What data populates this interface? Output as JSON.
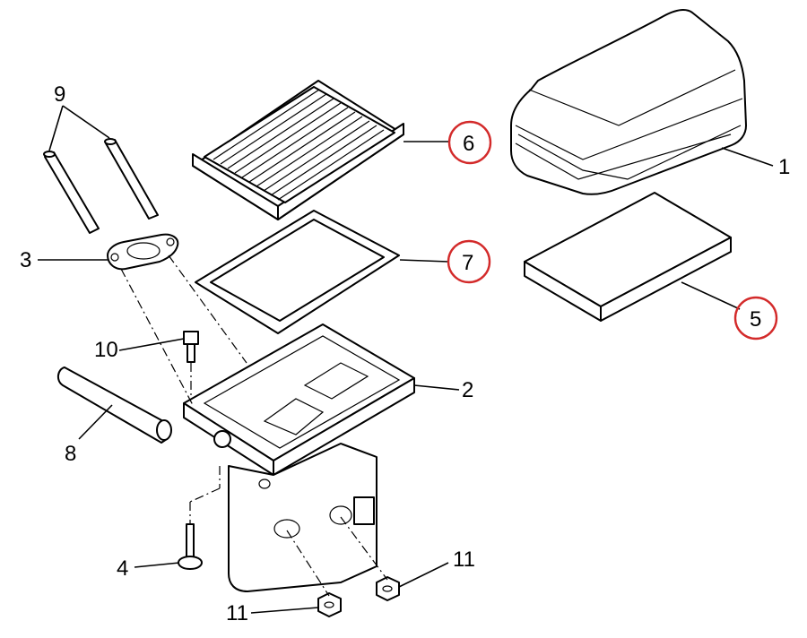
{
  "callouts": [
    {
      "id": "1",
      "label": "1",
      "circled": false
    },
    {
      "id": "2",
      "label": "2",
      "circled": false
    },
    {
      "id": "3",
      "label": "3",
      "circled": false
    },
    {
      "id": "4",
      "label": "4",
      "circled": false
    },
    {
      "id": "5",
      "label": "5",
      "circled": true
    },
    {
      "id": "6",
      "label": "6",
      "circled": true
    },
    {
      "id": "7",
      "label": "7",
      "circled": true
    },
    {
      "id": "8",
      "label": "8",
      "circled": false
    },
    {
      "id": "9",
      "label": "9",
      "circled": false
    },
    {
      "id": "10",
      "label": "10",
      "circled": false
    },
    {
      "id": "11a",
      "label": "11",
      "circled": false
    },
    {
      "id": "11b",
      "label": "11",
      "circled": false
    }
  ],
  "colors": {
    "line": "#000000",
    "highlight_circle": "#d32a2a",
    "background": "#ffffff"
  }
}
